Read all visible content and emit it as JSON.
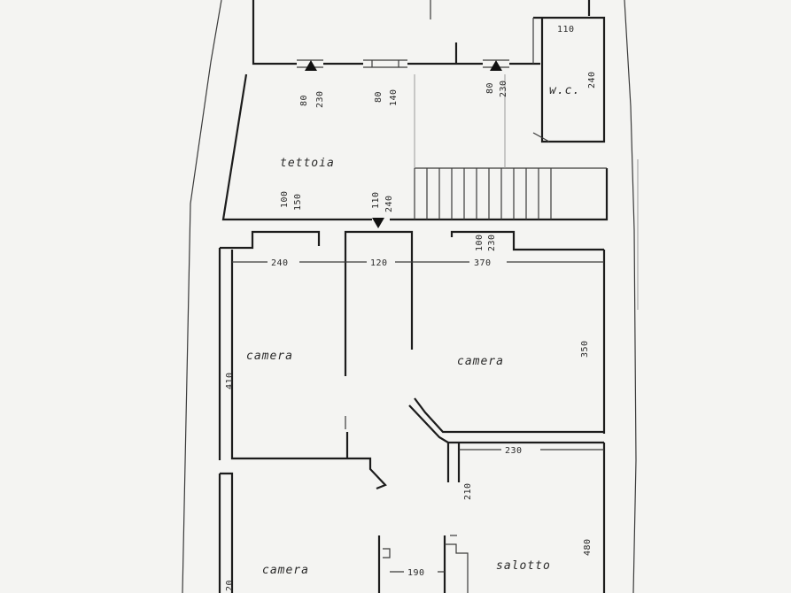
{
  "plan": {
    "rooms": {
      "tettoia": "tettoia",
      "wc": "w.c.",
      "camera_left": "camera",
      "camera_center": "camera",
      "camera_bottom": "camera",
      "salotto": "salotto"
    },
    "dimensions": {
      "wc_width": "110",
      "wc_height": "240",
      "win1_w": "80",
      "win1_h": "230",
      "win2_w": "80",
      "win2_h": "140",
      "win3_w": "80",
      "win3_h": "230",
      "door1_w": "100",
      "door1_h": "150",
      "door2_w": "110",
      "door2_h": "240",
      "door3_w": "100",
      "door3_h": "230",
      "left_room_width": "240",
      "center_width": "120",
      "right_room_width": "370",
      "left_room_height": "410",
      "right_room_height": "350",
      "salotto_width": "230",
      "passage_height": "210",
      "salotto_height": "480",
      "bottom_corridor_width": "190",
      "bottom_left_height": "20"
    }
  }
}
